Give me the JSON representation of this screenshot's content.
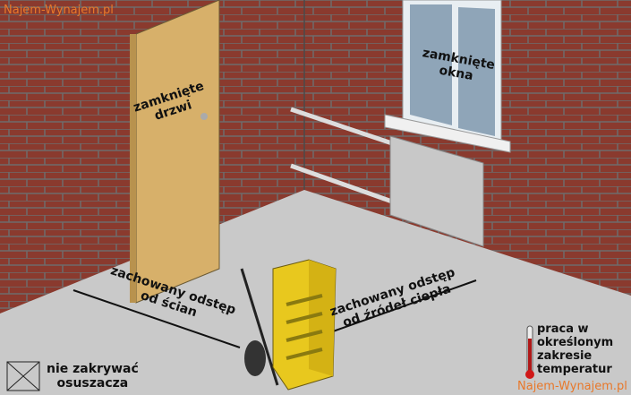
{
  "watermark_top": "Najem-Wynajem.pl",
  "watermark_bottom": "Najem-Wynajem.pl",
  "labels": {
    "door": [
      "zamknięte",
      "drzwi"
    ],
    "window": [
      "zamknięte",
      "okna"
    ],
    "wall_gap": [
      "zachowany odstęp",
      "od ścian"
    ],
    "heat_gap": [
      "zachowany odstęp",
      "od źródeł ciepła"
    ],
    "no_cover": [
      "nie zakrywać",
      "osuszacza"
    ],
    "temperature": [
      "praca w",
      "określonym",
      "zakresie",
      "temperatur"
    ]
  },
  "colors": {
    "brick": "#8a3a2e",
    "floor": "#c9c9c9",
    "dehumidifier": "#e8c81e",
    "watermark": "#e8782a"
  }
}
